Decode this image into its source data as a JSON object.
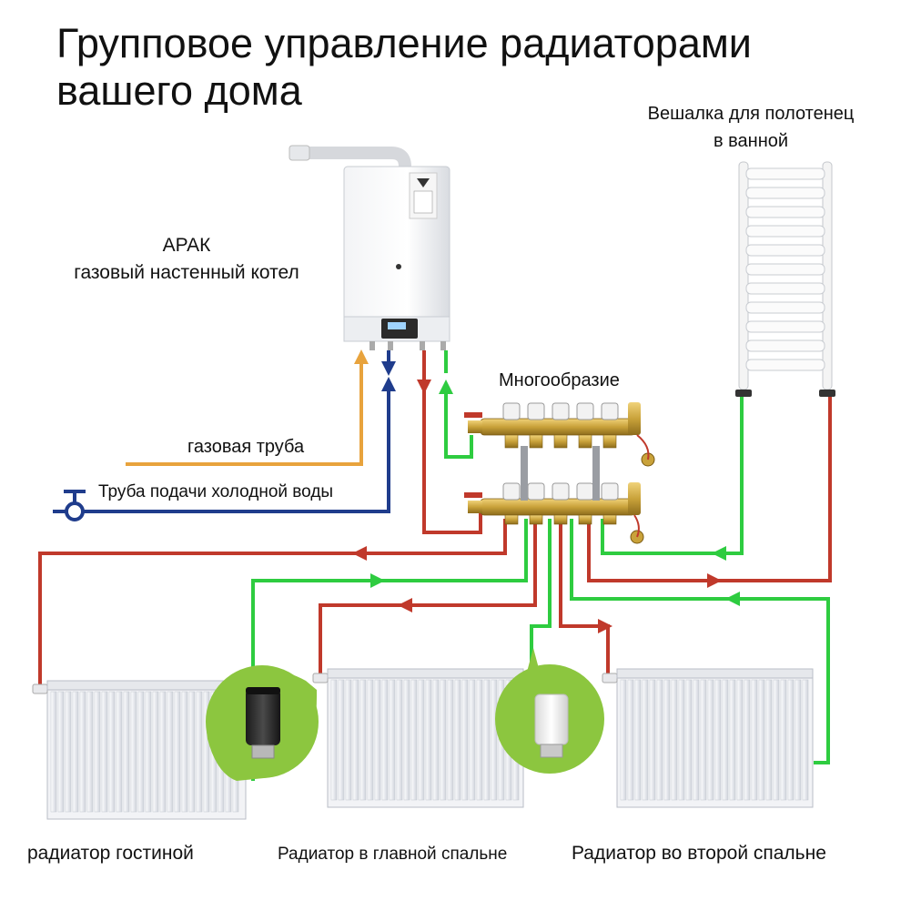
{
  "title": {
    "line1": "Групповое управление радиаторами",
    "line2": "вашего дома"
  },
  "labels": {
    "boiler_line1": "АРАК",
    "boiler_line2": "газовый настенный котел",
    "towel_line1": "Вешалка для полотенец",
    "towel_line2": "в ванной",
    "manifold": "Многообразие",
    "gas_pipe": "газовая труба",
    "cold_water_pipe": "Труба подачи холодной воды",
    "radiator_living": "радиатор гостиной",
    "radiator_master": "Радиатор в главной спальне",
    "radiator_second": "Радиатор во второй спальне"
  },
  "colors": {
    "supply_pipe": "#c0392b",
    "return_pipe": "#2ecc40",
    "gas_pipe": "#e8a33d",
    "cold_water_pipe": "#1f3c8c",
    "thermostat_bubble": "#8cc63f",
    "brass": "#c9a23a"
  },
  "icons": {
    "boiler": "wall-gas-boiler",
    "towel_rail": "towel-rail",
    "manifold": "brass-manifold",
    "valve": "water-valve-icon",
    "thermostat_dark": "smart-thermostat-head-black",
    "thermostat_light": "smart-thermostat-head-white",
    "radiator": "panel-radiator"
  }
}
